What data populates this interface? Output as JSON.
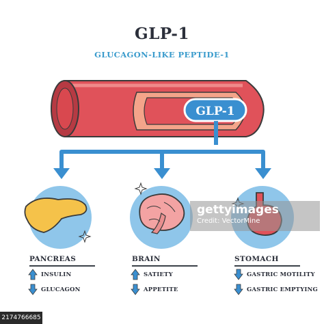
{
  "title": "GLP-1",
  "subtitle": "GLUCAGON-LIKE PEPTIDE-1",
  "vessel_label": "GLP-1",
  "organs": [
    {
      "name": "PANCREAS",
      "effects": [
        {
          "direction": "up",
          "label": "INSULIN"
        },
        {
          "direction": "down",
          "label": "GLUCAGON"
        }
      ]
    },
    {
      "name": "BRAIN",
      "effects": [
        {
          "direction": "up",
          "label": "SATIETY"
        },
        {
          "direction": "down",
          "label": "APPETITE"
        }
      ]
    },
    {
      "name": "STOMACH",
      "effects": [
        {
          "direction": "down",
          "label": "GASTRIC MOTILITY"
        },
        {
          "direction": "down",
          "label": "GASTRIC EMPTYING"
        }
      ]
    }
  ],
  "watermark": {
    "brand": "gettyimages",
    "credit": "Credit: VectorMine"
  },
  "stock_id": "2174766685",
  "colors": {
    "vessel_red": "#e0525a",
    "vessel_dark": "#b63a43",
    "inner": "#f4a48a",
    "arrow_blue": "#3a8fd0",
    "circle_blue": "#8fc6ea",
    "organ_yellow": "#f5c24a",
    "title": "#2b2f3a",
    "subtitle": "#3a9bcc"
  },
  "icons": [
    "arrow-up-icon",
    "arrow-down-icon",
    "sparkle-icon"
  ]
}
